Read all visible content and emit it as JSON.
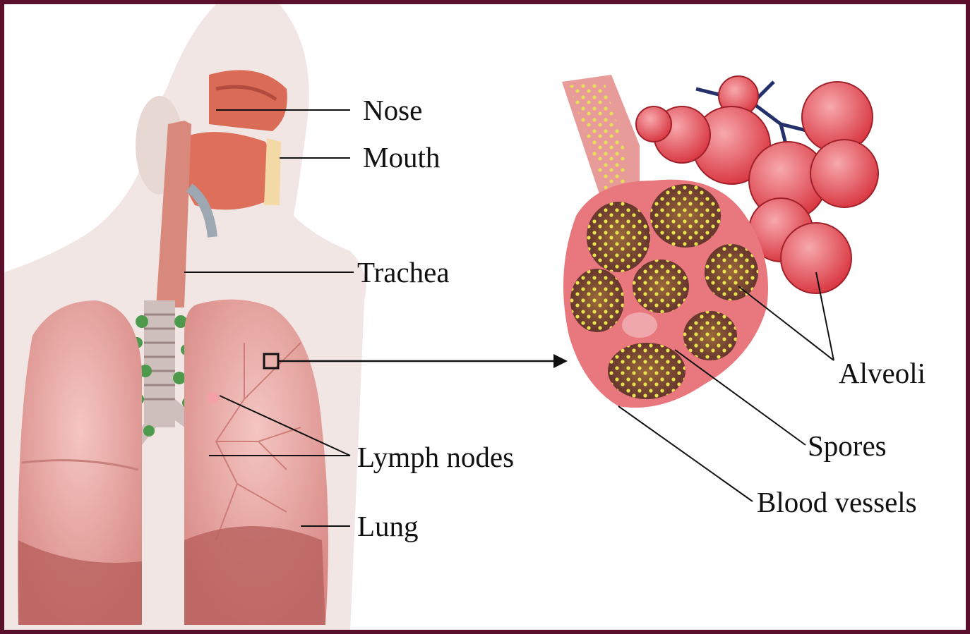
{
  "colors": {
    "background_frame": "#5a0f2a",
    "panel": "#ffffff",
    "skin": "#efe3df",
    "lung": "#e9a7a3",
    "alveoli": "#e2474f",
    "spores": "#e7e24a",
    "lymph": "#4e9a4c",
    "vessels": "#23306a"
  },
  "labels": {
    "nose": "Nose",
    "mouth": "Mouth",
    "trachea": "Trachea",
    "lymph_nodes": "Lymph nodes",
    "lung": "Lung",
    "alveoli": "Alveoli",
    "spores": "Spores",
    "blood_vessels": "Blood vessels"
  }
}
